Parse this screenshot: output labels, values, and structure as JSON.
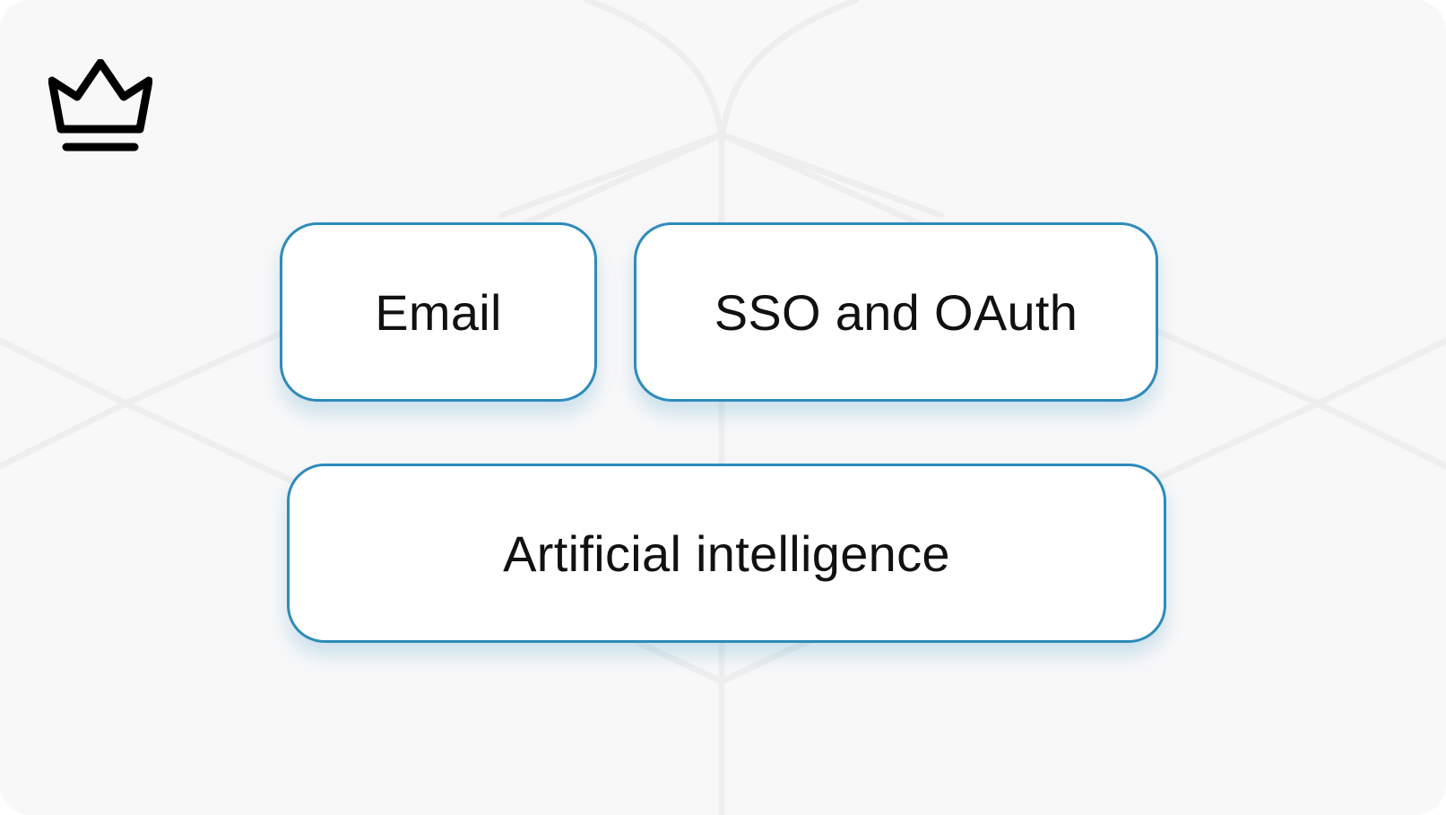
{
  "logo": {
    "icon": "crown-icon"
  },
  "options": [
    {
      "id": "email",
      "label": "Email"
    },
    {
      "id": "sso",
      "label": "SSO and OAuth"
    },
    {
      "id": "ai",
      "label": "Artificial intelligence"
    }
  ],
  "colors": {
    "background": "#f8f8f9",
    "pill_border": "#2d8bba",
    "pill_fill": "#ffffff",
    "text": "#111111",
    "logo": "#000000"
  }
}
